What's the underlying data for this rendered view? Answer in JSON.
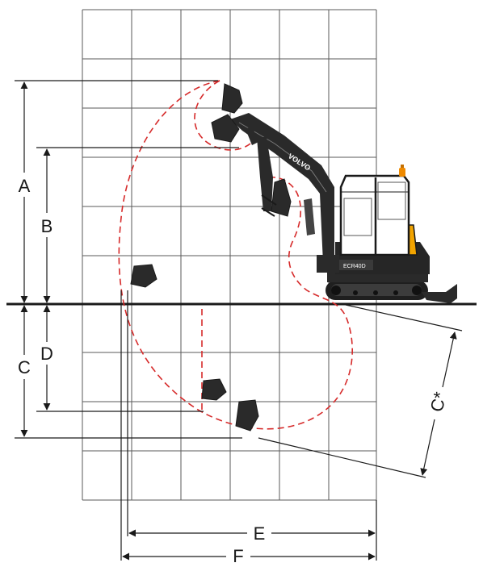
{
  "diagram": {
    "labels": {
      "a": "A",
      "b": "B",
      "c": "C",
      "d": "D",
      "e": "E",
      "f": "F",
      "c_star": "C*"
    },
    "machine": {
      "brand": "VOLVO",
      "model": "ECR40D"
    },
    "colors": {
      "grid": "#5a5a5a",
      "dimension": "#1a1a1a",
      "reach_curve": "#d62b2b",
      "machine_body": "#222222",
      "cab_accent": "#f2a400",
      "beacon": "#ef8a00"
    },
    "icons": [
      "excavator-icon",
      "bucket-icon",
      "dozer-blade-icon",
      "warning-beacon-icon"
    ]
  }
}
